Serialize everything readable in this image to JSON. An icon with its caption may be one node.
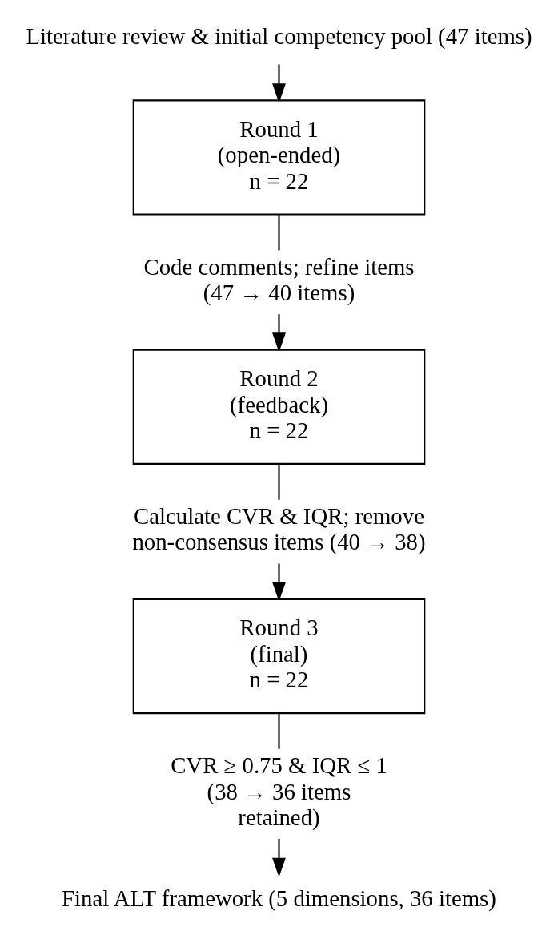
{
  "diagram": {
    "nodes": [
      {
        "text": [
          "Literature review & initial competency pool (47 items)"
        ]
      },
      {
        "text": [
          "Round 1",
          "(open-ended)",
          "n = 22"
        ]
      },
      {
        "text": [
          "Code comments; refine items (47 → 40 items)"
        ]
      },
      {
        "text": [
          "Round 2",
          "(feedback)",
          "n = 22"
        ]
      },
      {
        "text": [
          "Calculate CVR & IQR; remove non-consensus items (40 → 38)"
        ]
      },
      {
        "text": [
          "Round 3",
          "(final)",
          "n = 22"
        ]
      },
      {
        "text": [
          "CVR ≥ 0.75 & IQR ≤ 1 (38 → 36 items retained)"
        ]
      },
      {
        "text": [
          "Final ALT framework (5 dimensions, 36 items)"
        ]
      }
    ],
    "edges": [
      {
        "from": 0,
        "to": 1,
        "arrow": "to"
      },
      {
        "from": 1,
        "to": 2,
        "arrow": "none"
      },
      {
        "from": 2,
        "to": 3,
        "arrow": "to"
      },
      {
        "from": 3,
        "to": 4,
        "arrow": "none"
      },
      {
        "from": 4,
        "to": 5,
        "arrow": "to"
      },
      {
        "from": 5,
        "to": 6,
        "arrow": "none"
      },
      {
        "from": 6,
        "to": 7,
        "arrow": "to"
      }
    ]
  }
}
